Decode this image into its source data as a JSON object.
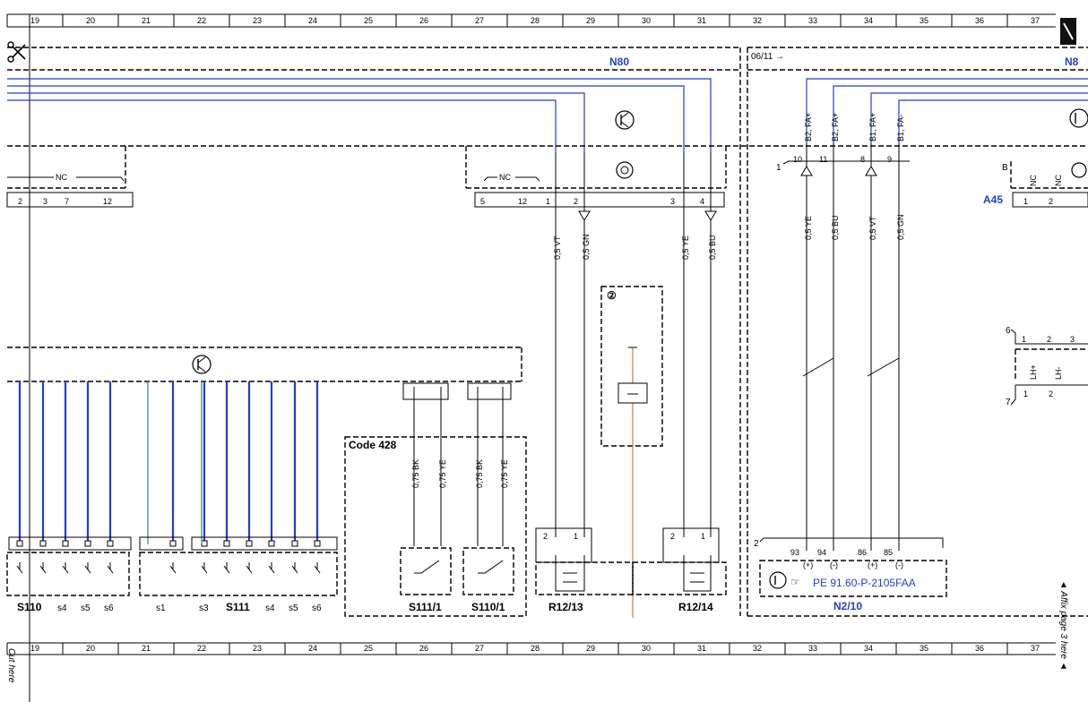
{
  "grid": {
    "columns": [
      "19",
      "20",
      "21",
      "22",
      "23",
      "24",
      "25",
      "26",
      "27",
      "28",
      "29",
      "30",
      "31",
      "32",
      "33",
      "34",
      "35",
      "36",
      "37"
    ]
  },
  "components": {
    "n80": "N80",
    "n80_cut": "N8",
    "a45": "A45",
    "a45_b": "B",
    "n2_10": "N2/10",
    "pe_ref": "PE 91.60-P-2105FAA",
    "code": "Code 428",
    "r12_13": "R12/13",
    "r12_14": "R12/14",
    "s111_1": "S111/1",
    "s110_1": "S110/1",
    "s110": "S110",
    "s111": "S111",
    "date": "06/11 →",
    "circle2": "②"
  },
  "switch_labels": {
    "left_group": [
      "s4",
      "s5",
      "s6"
    ],
    "mid_group": [
      "s1",
      "s3"
    ],
    "right_group": [
      "s4",
      "s5",
      "s6"
    ]
  },
  "connector_left": {
    "nc": "NC",
    "pins": [
      "2",
      "3",
      "7",
      "12"
    ]
  },
  "connector_mid": {
    "nc": "NC",
    "pins": [
      "5",
      "12",
      "1",
      "2",
      "3",
      "4"
    ]
  },
  "connector_right": {
    "label": "1",
    "pins": [
      "10",
      "11",
      "8",
      "9"
    ],
    "signals": [
      "B2, FA+",
      "B2, FA+",
      "B1, FA+",
      "B1, FA-"
    ]
  },
  "connector_a45": {
    "pins": [
      "1",
      "2"
    ],
    "signals": [
      "NC",
      "NC"
    ]
  },
  "connector_6": {
    "label": "6",
    "pins": [
      "1",
      "2",
      "3"
    ]
  },
  "connector_7": {
    "label": "7",
    "pins": [
      "1",
      "2"
    ],
    "signals": [
      "LH+",
      "LH-"
    ]
  },
  "n2_10_conn": {
    "label": "2",
    "pins": [
      "93",
      "94",
      "86",
      "85"
    ],
    "signs": [
      "(+)",
      "(-)",
      "(+)",
      "(-)"
    ]
  },
  "r12_pins": {
    "r12_13": [
      "2",
      "1"
    ],
    "r12_14": [
      "2",
      "1"
    ]
  },
  "wires_mid": [
    "0,5 VT",
    "0,5 GN",
    "0,5 YE",
    "0,5 BU"
  ],
  "wires_right": [
    "0,5 YE",
    "0,5 BU",
    "0,5 VT",
    "0,5 GN"
  ],
  "wires_code": [
    "0,75 BK",
    "0,75 YE",
    "0,75 BK",
    "0,75 YE"
  ],
  "margin": {
    "cut_here": "Cut here",
    "affix": "◄ Affix page 3 here ◄"
  },
  "colors": {
    "blue_wire": "#1f3fd0",
    "green_wire": "#2e8b57",
    "brown_wire": "#b5651d"
  }
}
